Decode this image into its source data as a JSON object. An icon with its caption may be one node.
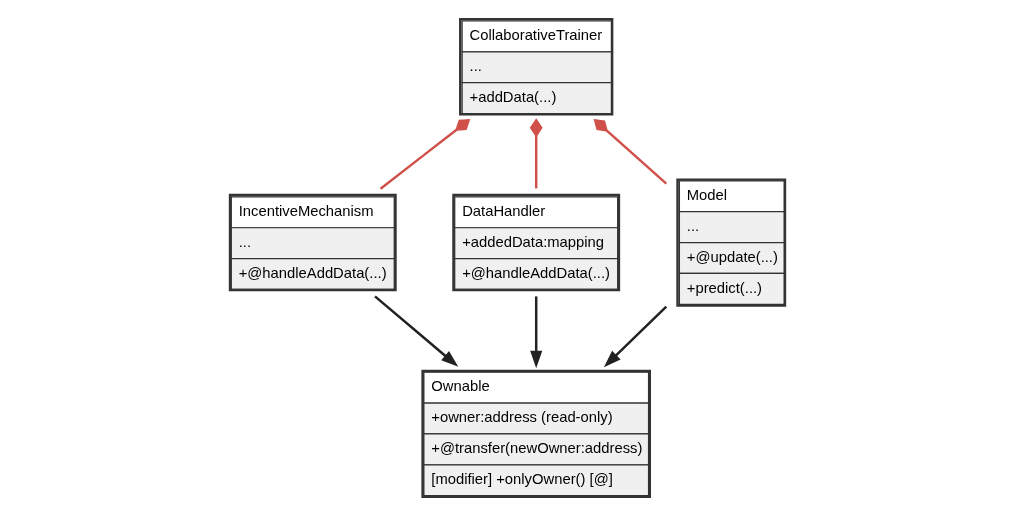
{
  "diagram": {
    "nodes": [
      {
        "text": [
          "CollaborativeTrainer",
          "...",
          "+addData(...)"
        ]
      },
      {
        "text": [
          "IncentiveMechanism",
          "...",
          "+@handleAddData(...)"
        ]
      },
      {
        "text": [
          "DataHandler",
          "+addedData:mapping",
          "+@handleAddData(...)"
        ]
      },
      {
        "text": [
          "Model",
          "...",
          "+@update(...)",
          "+predict(...)"
        ]
      },
      {
        "text": [
          "Ownable",
          "+owner:address (read-only)",
          "+@transfer(newOwner:address)",
          "[modifier] +onlyOwner() [@]"
        ]
      }
    ],
    "edges": [
      {
        "from": 0,
        "to": 1,
        "arrow": "other",
        "color": "#d0504a"
      },
      {
        "from": 0,
        "to": 2,
        "arrow": "other",
        "color": "#d0504a"
      },
      {
        "from": 0,
        "to": 3,
        "arrow": "other",
        "color": "#d0504a"
      },
      {
        "from": 1,
        "to": 4,
        "arrow": "to",
        "color": "#222222"
      },
      {
        "from": 2,
        "to": 4,
        "arrow": "to",
        "color": "#222222"
      },
      {
        "from": 3,
        "to": 4,
        "arrow": "to",
        "color": "#222222"
      }
    ]
  }
}
